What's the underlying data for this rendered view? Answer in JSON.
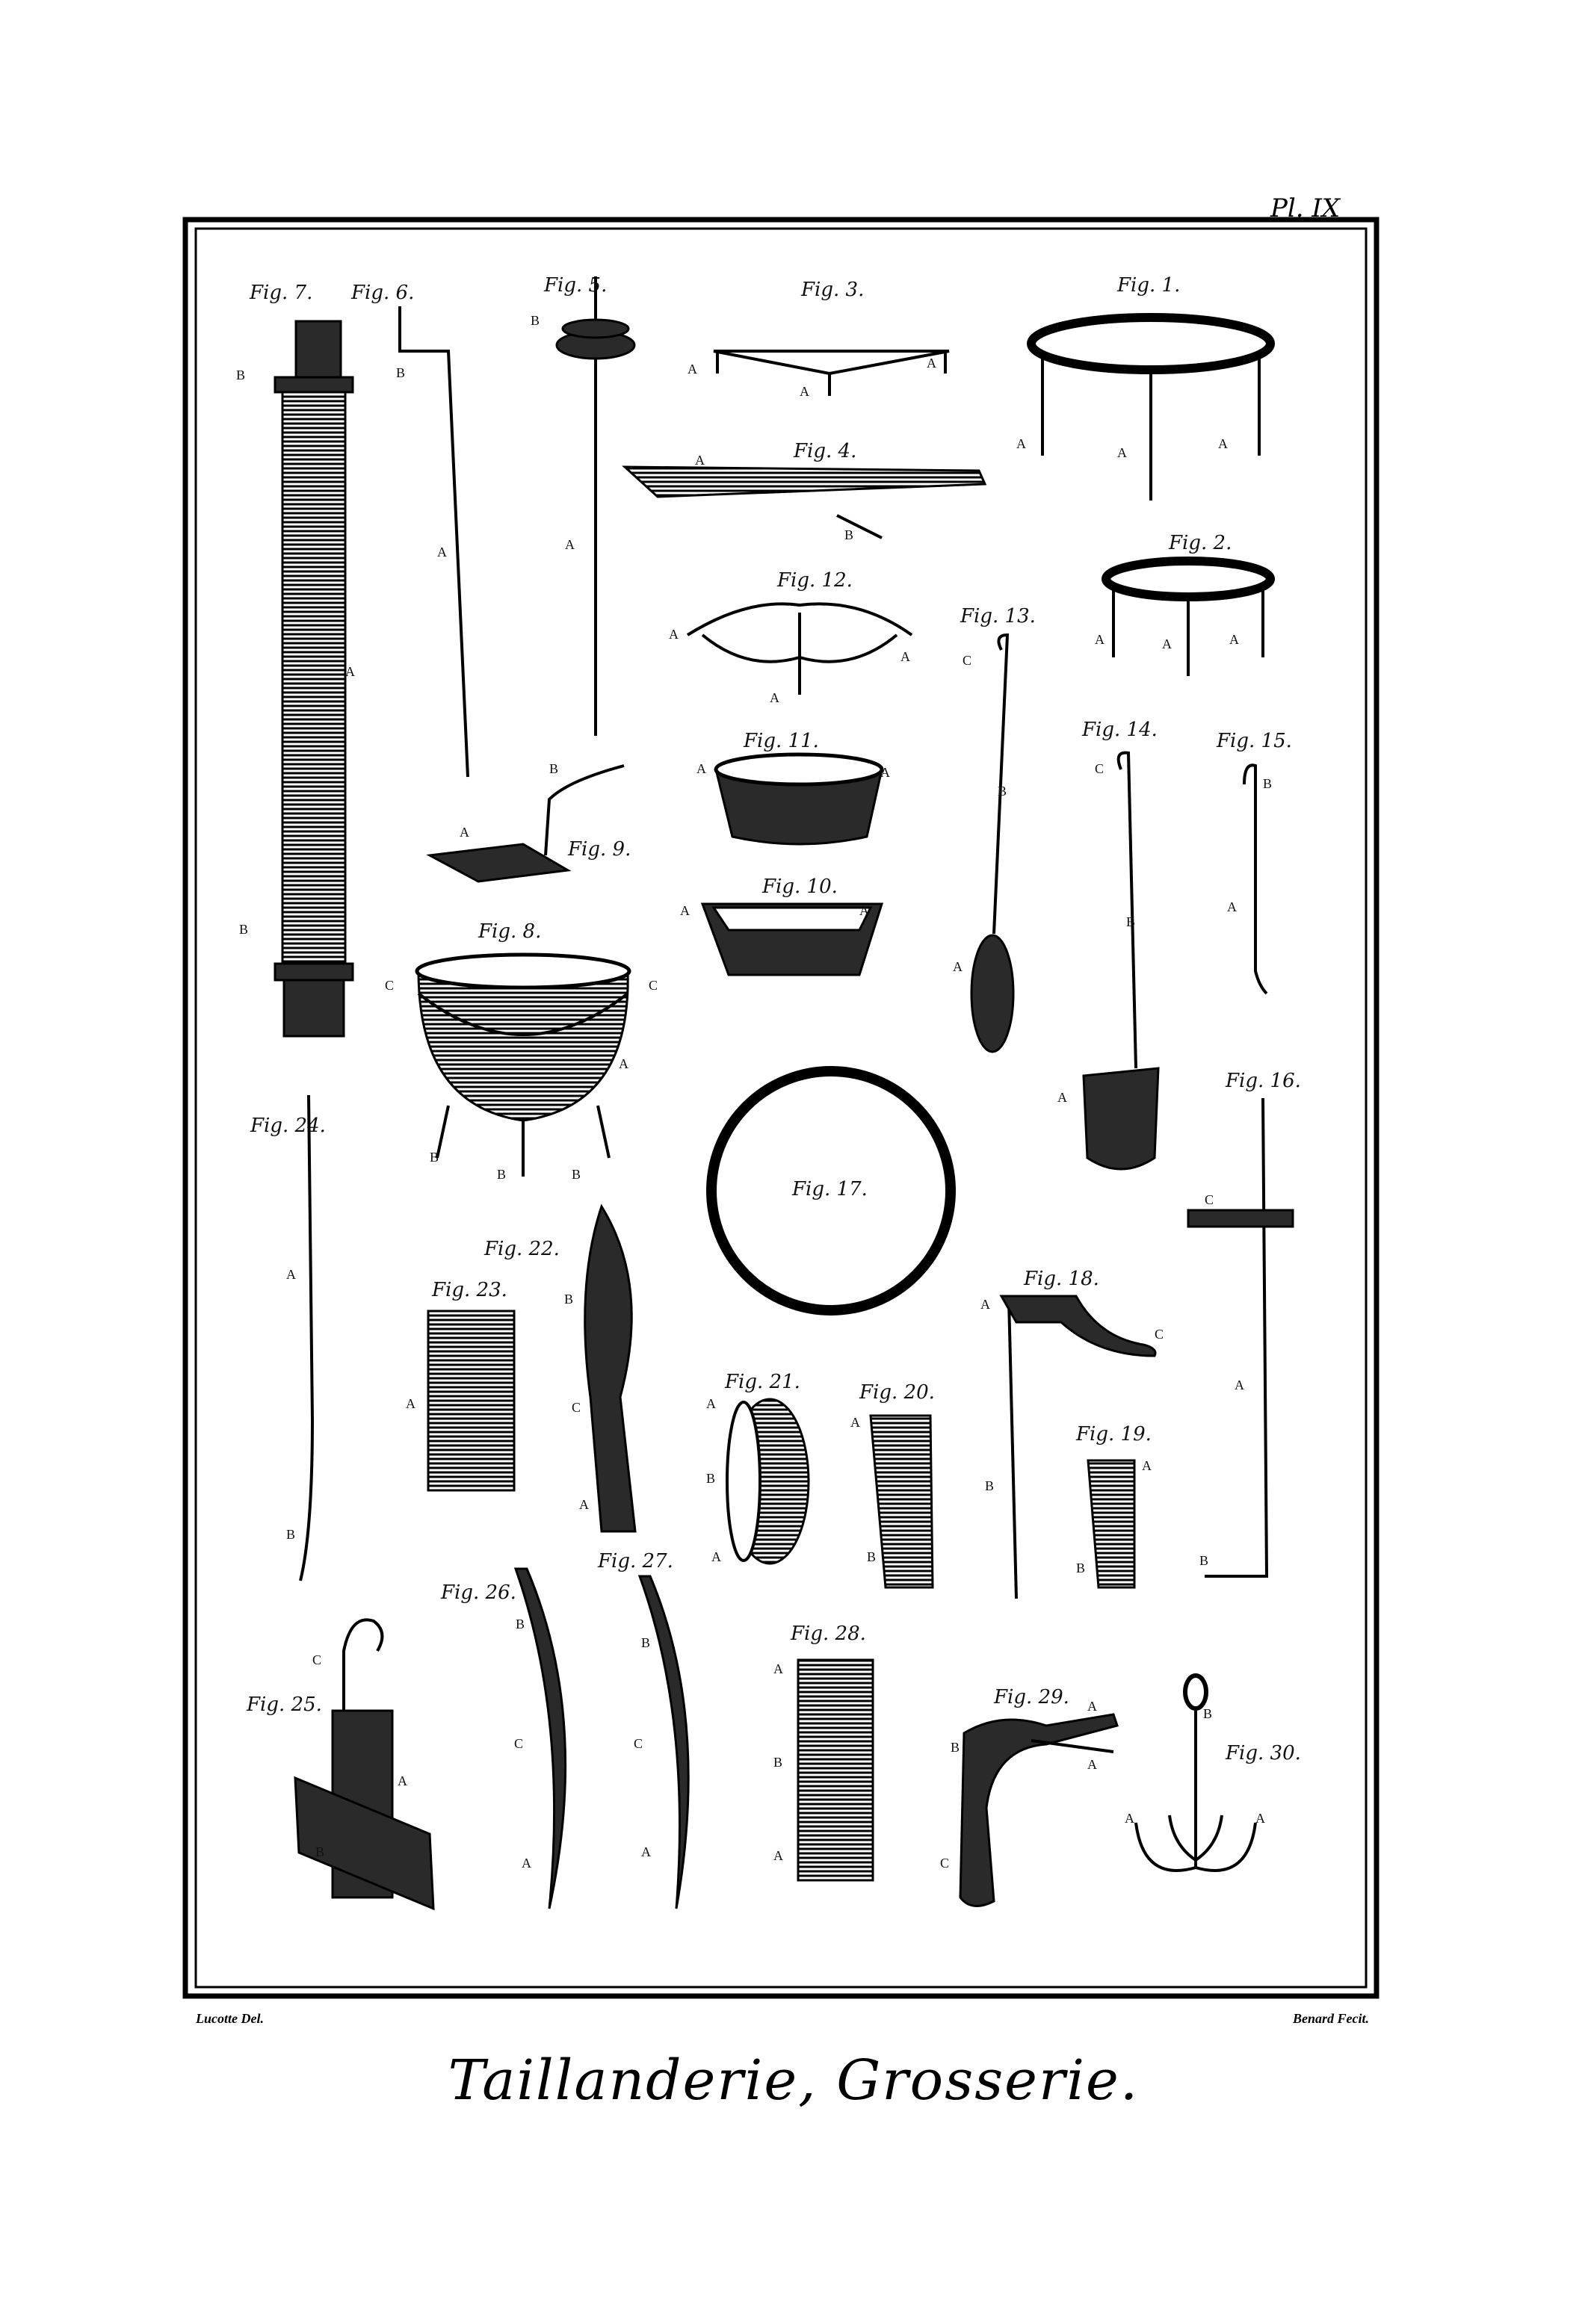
{
  "plate": {
    "number": "Pl. IX",
    "title": "Taillanderie, Grosserie.",
    "draughtsman": "Lucotte Del.",
    "engraver": "Benard Fecit."
  },
  "figures": {
    "f1": "Fig. 1.",
    "f2": "Fig. 2.",
    "f3": "Fig. 3.",
    "f4": "Fig. 4.",
    "f5": "Fig. 5.",
    "f6": "Fig. 6.",
    "f7": "Fig. 7.",
    "f8": "Fig. 8.",
    "f9": "Fig. 9.",
    "f10": "Fig. 10.",
    "f11": "Fig. 11.",
    "f12": "Fig. 12.",
    "f13": "Fig. 13.",
    "f14": "Fig. 14.",
    "f15": "Fig. 15.",
    "f16": "Fig. 16.",
    "f17": "Fig. 17.",
    "f18": "Fig. 18.",
    "f19": "Fig. 19.",
    "f20": "Fig. 20.",
    "f21": "Fig. 21.",
    "f22": "Fig. 22.",
    "f23": "Fig. 23.",
    "f24": "Fig. 24.",
    "f25": "Fig. 25.",
    "f26": "Fig. 26.",
    "f27": "Fig. 27.",
    "f28": "Fig. 28.",
    "f29": "Fig. 29.",
    "f30": "Fig. 30."
  },
  "letters": {
    "a": "A",
    "b": "B",
    "c": "C"
  }
}
